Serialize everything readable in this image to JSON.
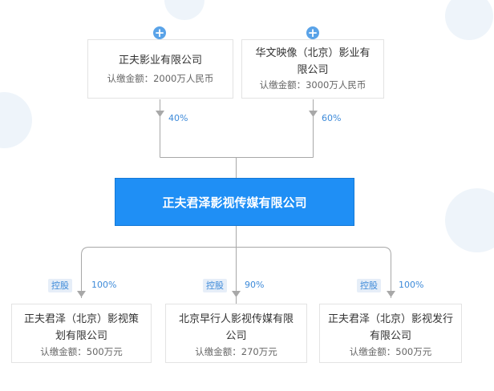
{
  "shareholders": [
    {
      "name": "正夫影业有限公司",
      "capital": "认缴金额：2000万人民币",
      "percent": "40%"
    },
    {
      "name": "华文映像（北京）影业有限公司",
      "capital": "认缴金额：3000万人民币",
      "percent": "60%"
    }
  ],
  "company": {
    "name": "正夫君泽影视传媒有限公司"
  },
  "subsidiaries": [
    {
      "tag": "控股",
      "percent": "100%",
      "name": "正夫君泽（北京）影视策划有限公司",
      "capital": "认缴金额：500万元"
    },
    {
      "tag": "控股",
      "percent": "90%",
      "name": "北京早行人影视传媒有限公司",
      "capital": "认缴金额：270万元"
    },
    {
      "tag": "控股",
      "percent": "100%",
      "name": "正夫君泽（北京）影视发行有限公司",
      "capital": "认缴金额：500万元"
    }
  ],
  "colors": {
    "accent": "#1f8ff5",
    "line": "#a8a8a8",
    "percent": "#3d8ad9"
  },
  "icons": {
    "expand": "plus-circle-icon"
  }
}
